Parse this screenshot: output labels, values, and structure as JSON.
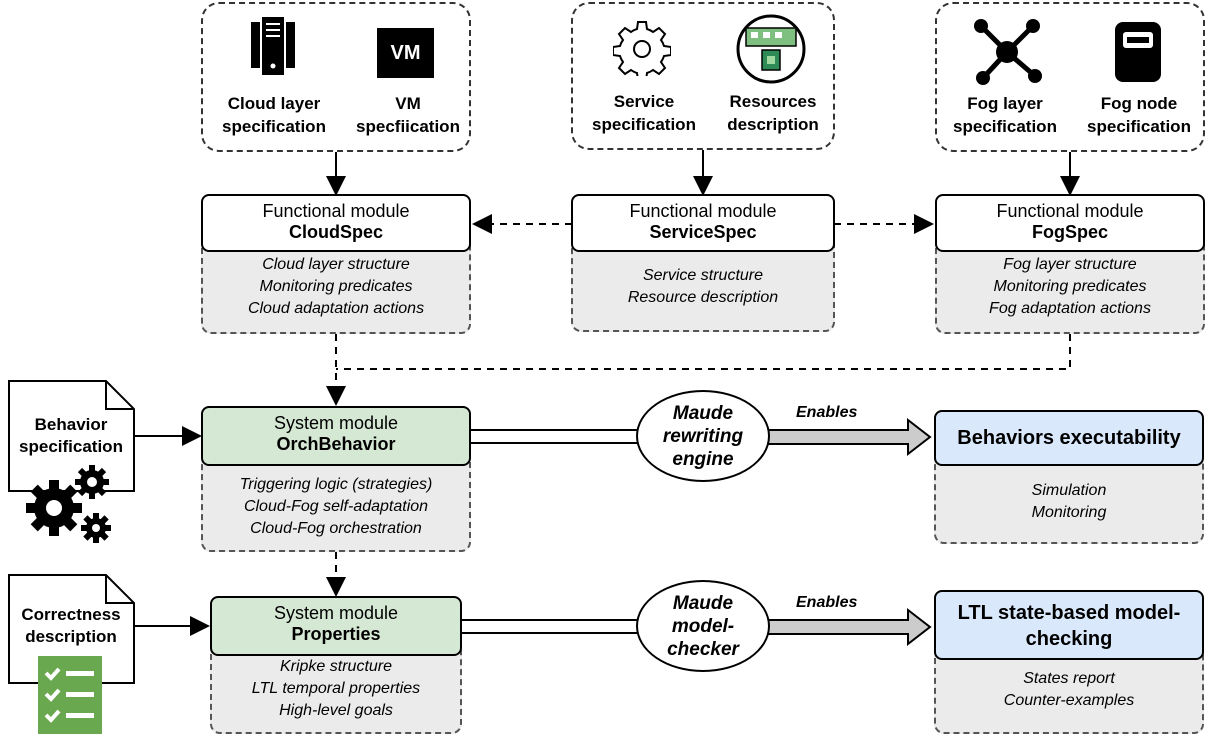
{
  "spec_groups": {
    "cloud": {
      "item1": "Cloud layer specification",
      "item2": "VM specfiication",
      "icon2_text": "VM"
    },
    "service": {
      "item1": "Service specification",
      "item2": "Resources description"
    },
    "fog": {
      "item1": "Fog layer specification",
      "item2": "Fog node specification"
    }
  },
  "functional_modules": {
    "cloud": {
      "title": "Functional module",
      "name": "CloudSpec",
      "details": [
        "Cloud layer structure",
        "Monitoring predicates",
        "Cloud adaptation actions"
      ]
    },
    "service": {
      "title": "Functional module",
      "name": "ServiceSpec",
      "details": [
        "Service structure",
        "Resource description"
      ]
    },
    "fog": {
      "title": "Functional module",
      "name": "FogSpec",
      "details": [
        "Fog layer structure",
        "Monitoring predicates",
        "Fog adaptation actions"
      ]
    }
  },
  "system_modules": {
    "orch": {
      "title": "System module",
      "name": "OrchBehavior",
      "details": [
        "Triggering logic (strategies)",
        "Cloud-Fog self-adaptation",
        "Cloud-Fog orchestration"
      ]
    },
    "props": {
      "title": "System module",
      "name": "Properties",
      "details": [
        "Kripke structure",
        "LTL temporal properties",
        "High-level goals"
      ]
    }
  },
  "documents": {
    "behavior": "Behavior specification",
    "correctness": "Correctness description"
  },
  "engines": {
    "rewriting": "Maude rewriting engine",
    "checker": "Maude model-checker"
  },
  "enables_label": "Enables",
  "results": {
    "exec": {
      "title": "Behaviors executability",
      "details": [
        "Simulation",
        "Monitoring"
      ]
    },
    "ltl": {
      "title": "LTL state-based model-checking",
      "details": [
        "States report",
        "Counter-examples"
      ]
    }
  },
  "colors": {
    "green": "#d5e8d4",
    "blue": "#dae8fc",
    "detail_gray": "#ebebeb",
    "checklist_green": "#6aa84f"
  }
}
